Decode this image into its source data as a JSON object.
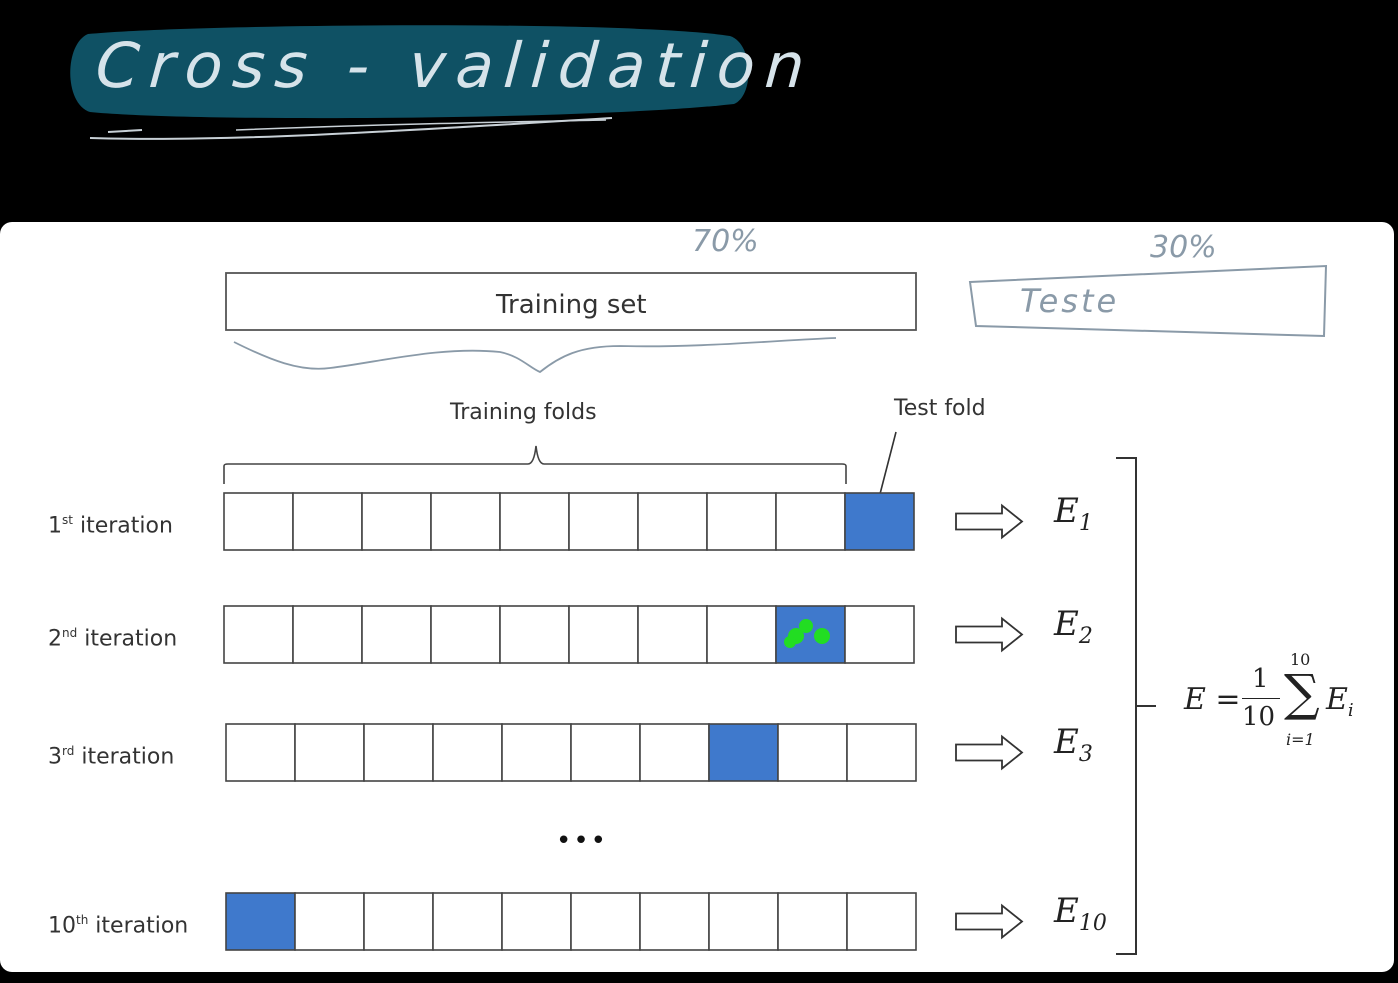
{
  "title": "Cross - validation",
  "annotations": {
    "train_pct": "70%",
    "test_pct": "30%",
    "test_box": "Teste"
  },
  "training_set_label": "Training set",
  "training_folds_label": "Training folds",
  "test_fold_label": "Test fold",
  "rows": [
    {
      "ordinal": "1",
      "suffix": "st",
      "word": "iteration",
      "test_index": 9,
      "error_base": "E",
      "error_sub": "1"
    },
    {
      "ordinal": "2",
      "suffix": "nd",
      "word": "iteration",
      "test_index": 8,
      "error_base": "E",
      "error_sub": "2"
    },
    {
      "ordinal": "3",
      "suffix": "rd",
      "word": "iteration",
      "test_index": 7,
      "error_base": "E",
      "error_sub": "3"
    },
    {
      "ordinal": "10",
      "suffix": "th",
      "word": "iteration",
      "test_index": 0,
      "error_base": "E",
      "error_sub": "10"
    }
  ],
  "ellipsis": "•••",
  "formula": {
    "lhs": "E =",
    "num": "1",
    "den": "10",
    "sum_top": "10",
    "sum_bottom": "i=1",
    "term": "E",
    "term_sub": "i"
  },
  "colors": {
    "test_fold": "#3f79cc",
    "title_blob": "#0f5164",
    "marker": "#22dd22"
  }
}
